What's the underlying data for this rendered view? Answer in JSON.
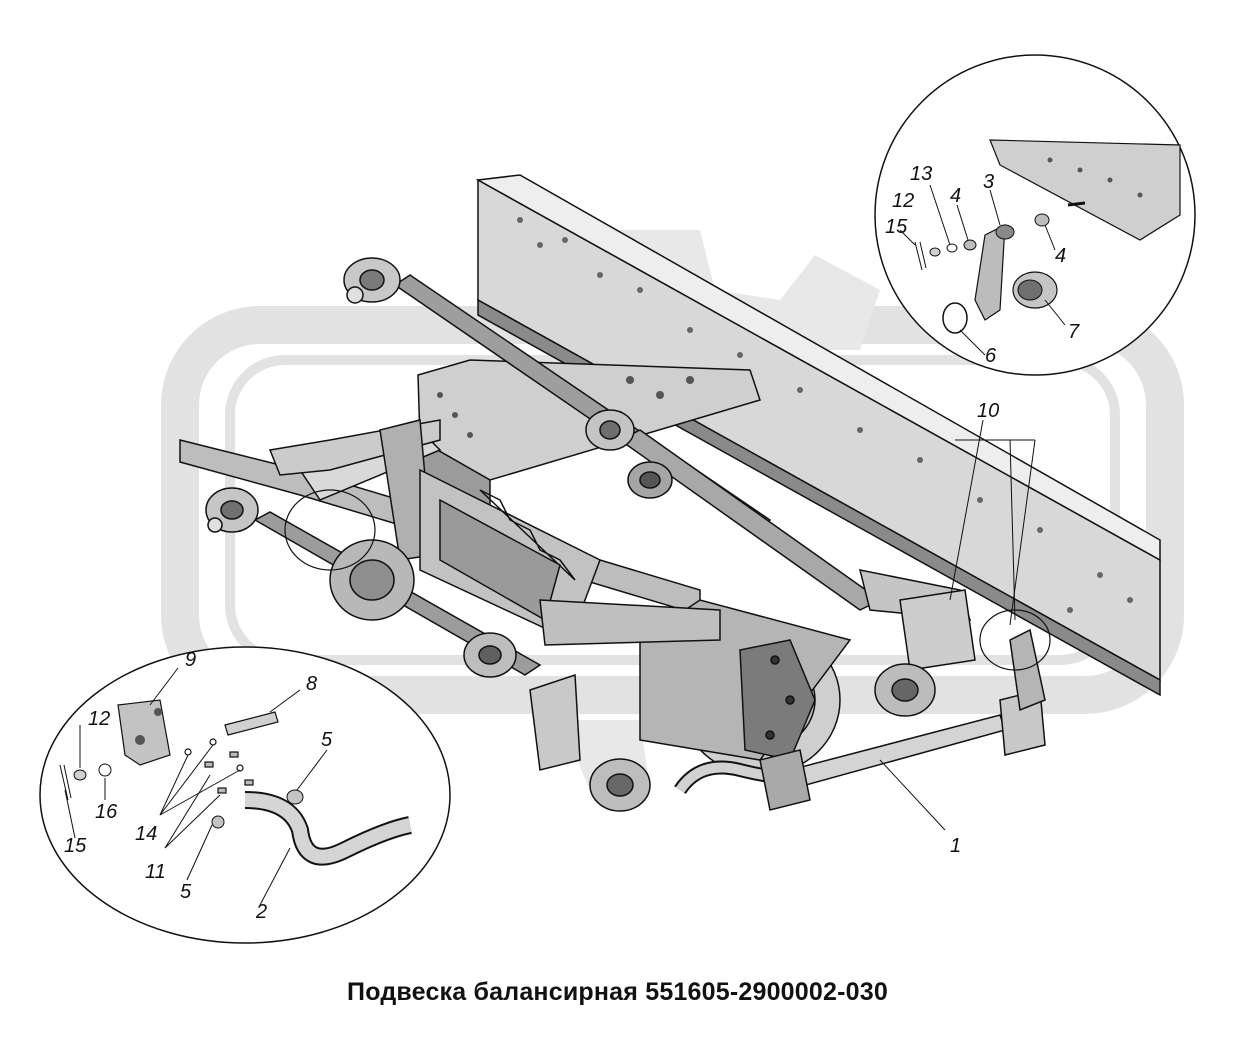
{
  "title": "Подвеска балансирная 551605-2900002-030",
  "callouts": {
    "c1": "1",
    "c2": "2",
    "c3": "3",
    "c4a": "4",
    "c4b": "4",
    "c5a": "5",
    "c5b": "5",
    "c6": "6",
    "c7": "7",
    "c8": "8",
    "c9": "9",
    "c10": "10",
    "c11": "11",
    "c12a": "12",
    "c12b": "12",
    "c13": "13",
    "c14": "14",
    "c15a": "15",
    "c15b": "15",
    "c16": "16"
  },
  "colors": {
    "line": "#111111",
    "metal_light": "#d6d6d6",
    "metal_mid": "#a9a9a9",
    "metal_dark": "#5e5e5e",
    "watermark": "#e4e4e4"
  }
}
